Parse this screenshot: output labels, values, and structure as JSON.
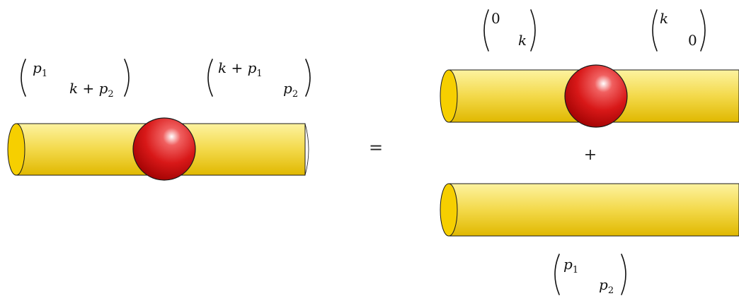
{
  "labels": {
    "left_tube_left_vector": {
      "top": "p",
      "top_sub": "1",
      "bottom_lhs": "k + ",
      "bottom_var": "p",
      "bottom_sub": "2"
    },
    "left_tube_right_vector": {
      "top_lhs": "k + ",
      "top_var": "p",
      "top_sub": "1",
      "bottom_var": "p",
      "bottom_sub": "2"
    },
    "right_top_tube_left_vector": {
      "top": "0",
      "bottom": "k"
    },
    "right_top_tube_right_vector": {
      "top": "k",
      "bottom": "0"
    },
    "right_bottom_tube_vector": {
      "top_var": "p",
      "top_sub": "1",
      "bottom_var": "p",
      "bottom_sub": "2"
    }
  },
  "operators": {
    "equals": "=",
    "plus": "+"
  },
  "colors": {
    "tube_light": "#fdf3a0",
    "tube_mid": "#f3d94a",
    "tube_dark": "#e0b800",
    "tube_cap": "#f6cf00",
    "sphere_highlight": "#ffffff",
    "sphere_mid": "#e02828",
    "sphere_dark": "#9a0000"
  }
}
